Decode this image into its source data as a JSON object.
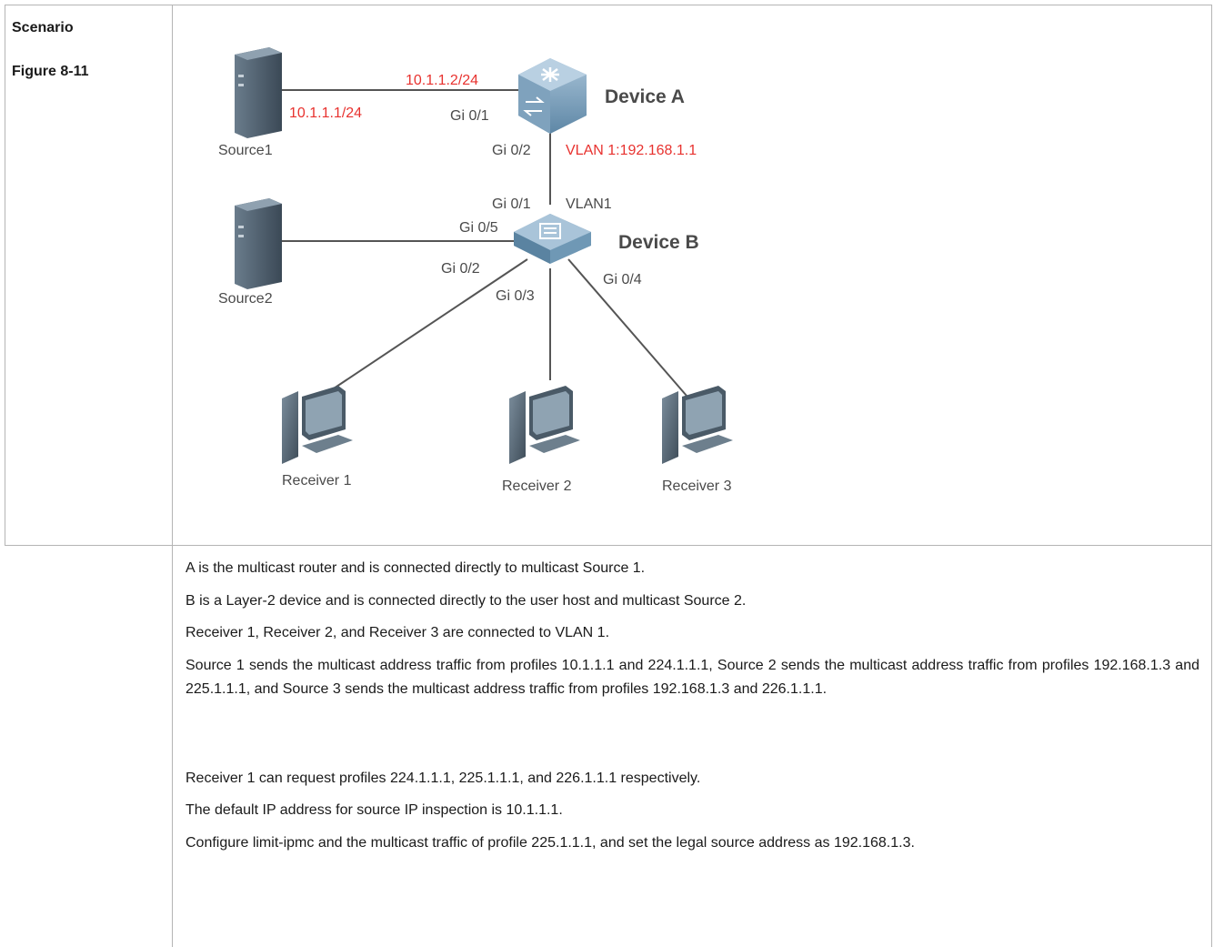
{
  "table": {
    "row1_header_label": "Scenario",
    "row1_figure_label": "Figure 8-11"
  },
  "diagram": {
    "device_a": {
      "name": "Device A",
      "ip_gi01": "10.1.1.2/24",
      "port_to_source1": "Gi 0/1",
      "port_down": "Gi 0/2",
      "vlan_ip": "VLAN 1:192.168.1.1"
    },
    "device_b": {
      "name": "Device B",
      "port_up": "Gi 0/1",
      "vlan": "VLAN1",
      "port_source2": "Gi 0/5",
      "port_receiver1": "Gi 0/2",
      "port_receiver2": "Gi 0/3",
      "port_receiver3": "Gi 0/4"
    },
    "source1": {
      "label": "Source1",
      "ip": "10.1.1.1/24"
    },
    "source2": {
      "label": "Source2"
    },
    "receivers": [
      {
        "label": "Receiver 1"
      },
      {
        "label": "Receiver 2"
      },
      {
        "label": "Receiver 3"
      }
    ],
    "colors": {
      "label_gray": "#4a4a4a",
      "ip_red": "#e8322f",
      "device_blue": "#6f98b5",
      "server_dark": "#4f5f6e"
    }
  },
  "description": {
    "paragraphs": [
      "A is the multicast router and is connected directly to multicast Source 1.",
      "B is a Layer-2 device and is connected directly to the user host and multicast Source 2.",
      "Receiver 1, Receiver 2, and Receiver 3 are connected to VLAN 1.",
      "Source 1 sends the multicast address traffic from profiles 10.1.1.1 and 224.1.1.1, Source 2 sends the multicast address traffic from profiles 192.168.1.3 and 225.1.1.1, and Source 3 sends the multicast address traffic from profiles 192.168.1.3 and 226.1.1.1.",
      "Receiver 1 can request profiles 224.1.1.1, 225.1.1.1, and 226.1.1.1 respectively.",
      "The default IP address for source IP inspection is 10.1.1.1.",
      "Configure limit-ipmc and the multicast traffic of profile 225.1.1.1, and set the legal source address as 192.168.1.3."
    ]
  }
}
